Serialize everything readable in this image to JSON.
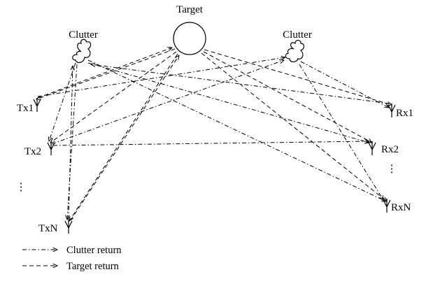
{
  "labels": {
    "target": "Target",
    "clutter_left": "Clutter",
    "clutter_right": "Clutter",
    "tx1": "Tx1",
    "tx2": "Tx2",
    "txn": "TxN",
    "rx1": "Rx1",
    "rx2": "Rx2",
    "rxn": "RxN",
    "tx_ellipsis": "⋮",
    "rx_ellipsis": "⋮"
  },
  "legend": {
    "clutter_return": "Clutter return",
    "target_return": "Target return"
  }
}
